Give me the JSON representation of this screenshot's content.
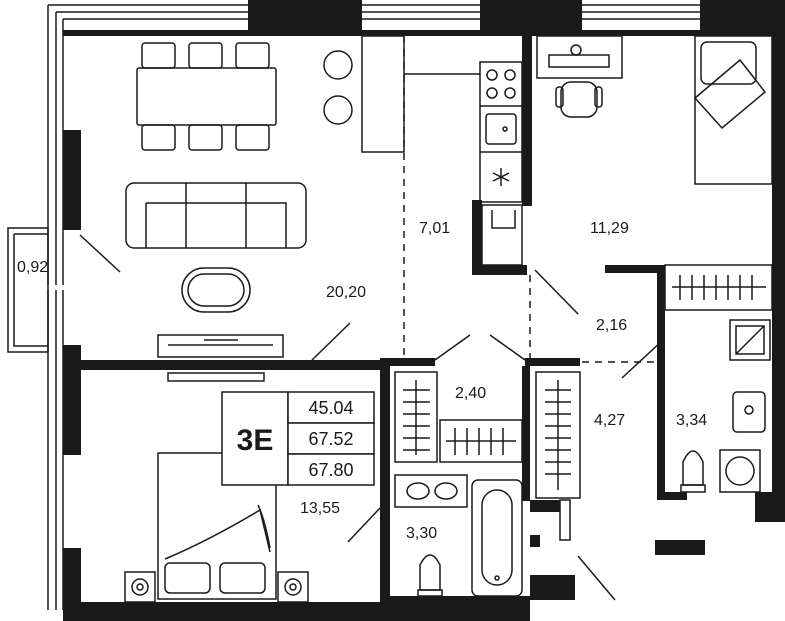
{
  "plan": {
    "rooms": [
      {
        "id": "living",
        "label": "20,20"
      },
      {
        "id": "balcony",
        "label": "0,92"
      },
      {
        "id": "kitchen",
        "label": "7,01"
      },
      {
        "id": "bedroom1",
        "label": "11,29"
      },
      {
        "id": "bedroom2",
        "label": "13,55"
      },
      {
        "id": "closet",
        "label": "2,40"
      },
      {
        "id": "wardrobe",
        "label": "2,16"
      },
      {
        "id": "hall",
        "label": "4,27"
      },
      {
        "id": "bathroom",
        "label": "3,30"
      },
      {
        "id": "shower",
        "label": "3,34"
      }
    ],
    "apartment": {
      "type": "3E",
      "areas": [
        "45.04",
        "67.52",
        "67.80"
      ]
    }
  }
}
